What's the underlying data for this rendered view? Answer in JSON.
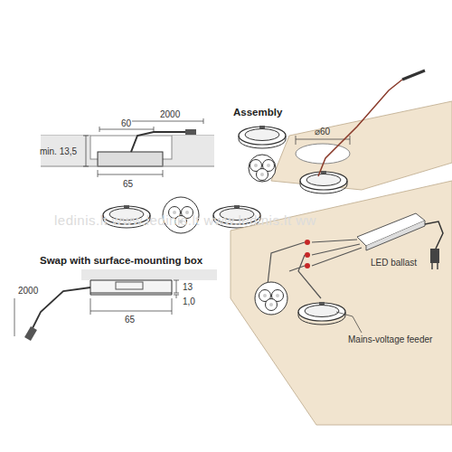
{
  "diagram": {
    "labels": [
      "60",
      "2000",
      "min. 13,5",
      "65",
      "Assembly",
      "⌀60",
      "Swap with surface-mounting box",
      "2000",
      "13",
      "1,0",
      "65",
      "LED ballast",
      "Mains-voltage feeder",
      "ledinis.lt www.ledinis.lt www.ledinis.lt ww"
    ]
  }
}
